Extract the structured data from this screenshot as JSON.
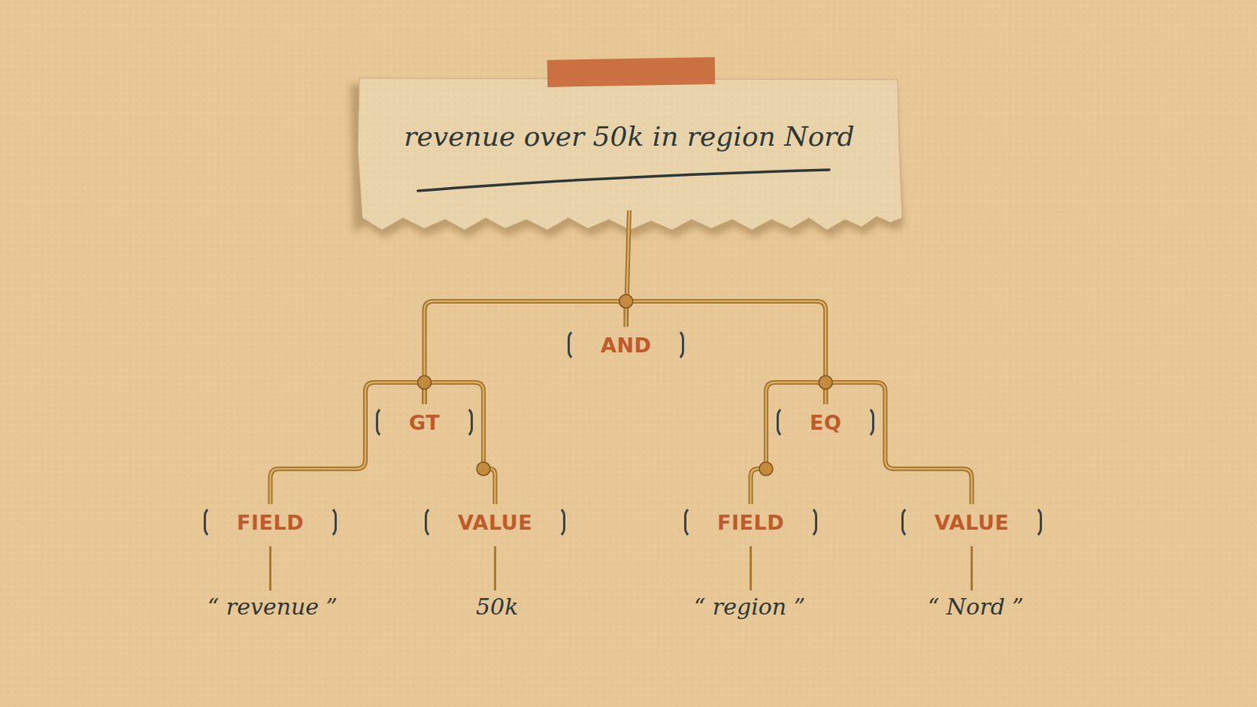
{
  "diagram": {
    "nodes": [
      {
        "text": [
          "revenue over 50k in region Nord"
        ]
      },
      {
        "text": [
          "AND"
        ]
      },
      {
        "text": [
          "GT"
        ]
      },
      {
        "text": [
          "EQ"
        ]
      },
      {
        "text": [
          "FIELD"
        ]
      },
      {
        "text": [
          "VALUE"
        ]
      },
      {
        "text": [
          "FIELD"
        ]
      },
      {
        "text": [
          "VALUE"
        ]
      }
    ],
    "edges": [
      {
        "from": 0,
        "to": 1,
        "arrow": "none"
      },
      {
        "from": 1,
        "to": 2,
        "arrow": "none"
      },
      {
        "from": 1,
        "to": 3,
        "arrow": "none"
      },
      {
        "from": 2,
        "to": 4,
        "arrow": "none"
      },
      {
        "from": 2,
        "to": 5,
        "arrow": "none"
      },
      {
        "from": 3,
        "to": 6,
        "arrow": "none"
      },
      {
        "from": 3,
        "to": 7,
        "arrow": "none"
      }
    ],
    "labels": [
      "“ revenue ”",
      "50k",
      "“ region ”",
      "“ Nord ”"
    ]
  }
}
